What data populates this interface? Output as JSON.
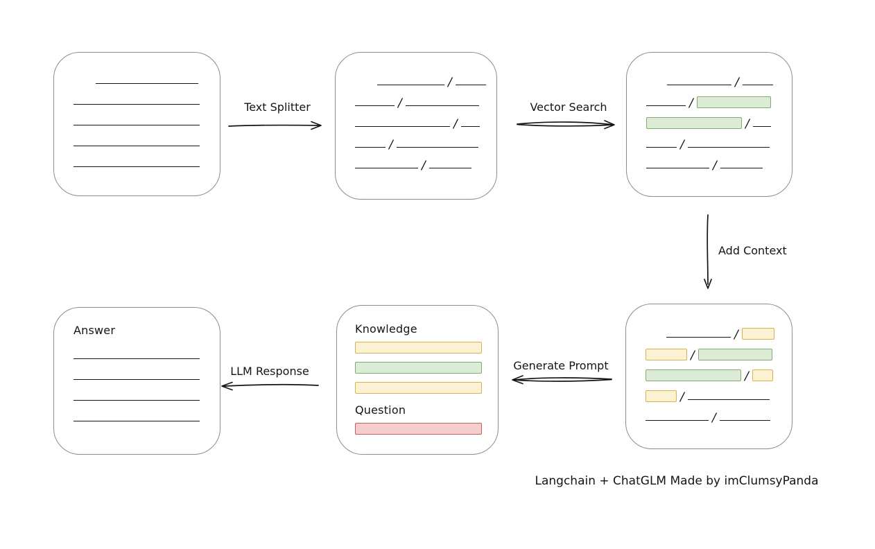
{
  "caption": "Langchain + ChatGLM Made by imClumsyPanda",
  "glyphs": {
    "slash": "/"
  },
  "colors": {
    "stroke": "#141414",
    "box_border": "#8c8c8c",
    "green_fill": "#dcebd6",
    "green_stroke": "#80ad6d",
    "yellow_fill": "#fbf2d3",
    "yellow_stroke": "#d8b34c",
    "red_fill": "#f5cdca",
    "red_stroke": "#c2605c"
  },
  "arrows": {
    "text_splitter": {
      "label": "Text Splitter"
    },
    "vector_search": {
      "label": "Vector Search"
    },
    "add_context": {
      "label": "Add Context"
    },
    "generate_prompt": {
      "label": "Generate Prompt"
    },
    "llm_response": {
      "label": "LLM Response"
    }
  },
  "nodes": {
    "source_document": {
      "lines": [
        {
          "indent": 60,
          "w": 148
        },
        {
          "indent": 28,
          "w": 182
        },
        {
          "indent": 28,
          "w": 182
        },
        {
          "indent": 28,
          "w": 182
        },
        {
          "indent": 28,
          "w": 182
        }
      ]
    },
    "split_chunks": {
      "rows": [
        {
          "indent": 60,
          "segs": [
            {
              "t": "line",
              "w": 97
            },
            {
              "t": "slash"
            },
            {
              "t": "line",
              "w": 44
            }
          ]
        },
        {
          "indent": 28,
          "segs": [
            {
              "t": "line",
              "w": 57
            },
            {
              "t": "slash"
            },
            {
              "t": "line",
              "w": 106
            }
          ]
        },
        {
          "indent": 28,
          "segs": [
            {
              "t": "line",
              "w": 137
            },
            {
              "t": "slash"
            },
            {
              "t": "line",
              "w": 27
            }
          ]
        },
        {
          "indent": 28,
          "segs": [
            {
              "t": "line",
              "w": 44
            },
            {
              "t": "slash"
            },
            {
              "t": "line",
              "w": 118
            }
          ]
        },
        {
          "indent": 28,
          "segs": [
            {
              "t": "line",
              "w": 91
            },
            {
              "t": "slash"
            },
            {
              "t": "line",
              "w": 61
            }
          ]
        }
      ]
    },
    "searched_chunks": {
      "rows": [
        {
          "indent": 58,
          "segs": [
            {
              "t": "line",
              "w": 93
            },
            {
              "t": "slash"
            },
            {
              "t": "line",
              "w": 44
            }
          ]
        },
        {
          "indent": 28,
          "segs": [
            {
              "t": "line",
              "w": 57
            },
            {
              "t": "slash"
            },
            {
              "t": "green",
              "w": 107
            }
          ]
        },
        {
          "indent": 28,
          "segs": [
            {
              "t": "green",
              "w": 138
            },
            {
              "t": "slash"
            },
            {
              "t": "line",
              "w": 26
            }
          ]
        },
        {
          "indent": 28,
          "segs": [
            {
              "t": "line",
              "w": 44
            },
            {
              "t": "slash"
            },
            {
              "t": "line",
              "w": 118
            }
          ]
        },
        {
          "indent": 28,
          "segs": [
            {
              "t": "line",
              "w": 91
            },
            {
              "t": "slash"
            },
            {
              "t": "line",
              "w": 61
            }
          ]
        }
      ]
    },
    "context_chunks": {
      "rows": [
        {
          "indent": 58,
          "segs": [
            {
              "t": "line",
              "w": 93
            },
            {
              "t": "slash"
            },
            {
              "t": "yellow",
              "w": 47
            }
          ]
        },
        {
          "indent": 28,
          "segs": [
            {
              "t": "yellow",
              "w": 60
            },
            {
              "t": "slash"
            },
            {
              "t": "green",
              "w": 107
            }
          ]
        },
        {
          "indent": 28,
          "segs": [
            {
              "t": "green",
              "w": 138
            },
            {
              "t": "slash"
            },
            {
              "t": "yellow",
              "w": 30
            }
          ]
        },
        {
          "indent": 28,
          "segs": [
            {
              "t": "yellow",
              "w": 45
            },
            {
              "t": "slash"
            },
            {
              "t": "line",
              "w": 118
            }
          ]
        },
        {
          "indent": 28,
          "segs": [
            {
              "t": "line",
              "w": 91
            },
            {
              "t": "slash"
            },
            {
              "t": "line",
              "w": 73
            }
          ]
        }
      ]
    },
    "prompt": {
      "knowledge_label": "Knowledge",
      "knowledge_bars": [
        "yellow",
        "green",
        "yellow"
      ],
      "question_label": "Question",
      "question_bars": [
        "red"
      ]
    },
    "answer": {
      "label": "Answer",
      "lines": [
        {
          "indent": 0,
          "w": 182
        },
        {
          "indent": 0,
          "w": 182
        },
        {
          "indent": 0,
          "w": 182
        },
        {
          "indent": 0,
          "w": 182
        }
      ]
    }
  }
}
